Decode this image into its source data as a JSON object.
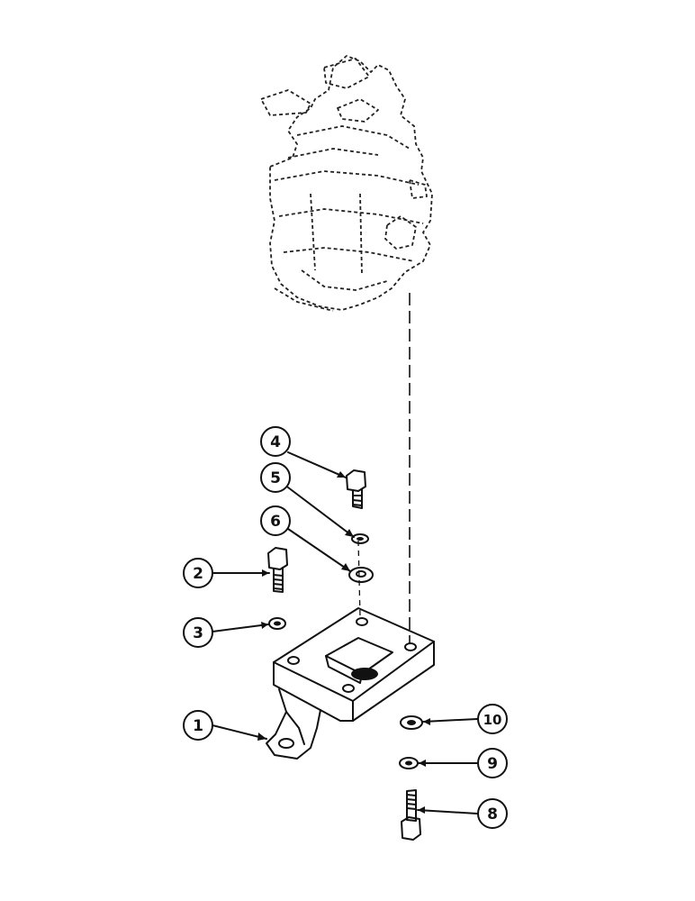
{
  "diagram": {
    "callouts": [
      {
        "id": "c1",
        "label": "1"
      },
      {
        "id": "c2",
        "label": "2"
      },
      {
        "id": "c3",
        "label": "3"
      },
      {
        "id": "c4",
        "label": "4"
      },
      {
        "id": "c5",
        "label": "5"
      },
      {
        "id": "c6",
        "label": "6"
      },
      {
        "id": "c8",
        "label": "8"
      },
      {
        "id": "c9",
        "label": "9"
      },
      {
        "id": "c10",
        "label": "10"
      }
    ]
  }
}
